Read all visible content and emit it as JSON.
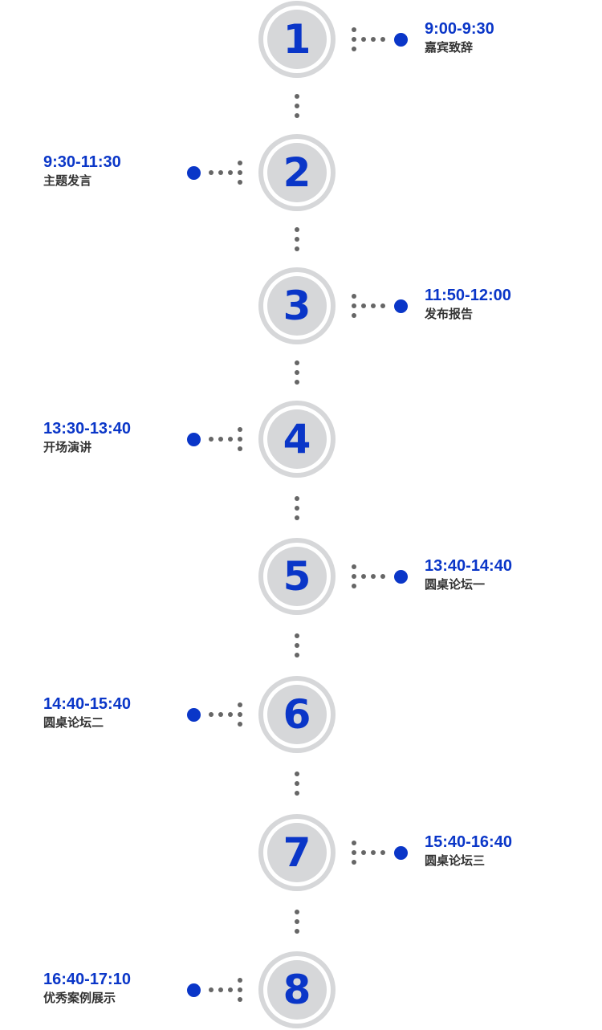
{
  "colors": {
    "accent": "#0a36c8",
    "ring": "#d6d7d9",
    "dots": "#666666"
  },
  "items": [
    {
      "number": "1",
      "time": "9:00-9:30",
      "title": "嘉宾致辞",
      "side": "right"
    },
    {
      "number": "2",
      "time": "9:30-11:30",
      "title": "主题发言",
      "side": "left"
    },
    {
      "number": "3",
      "time": "11:50-12:00",
      "title": "发布报告",
      "side": "right"
    },
    {
      "number": "4",
      "time": "13:30-13:40",
      "title": "开场演讲",
      "side": "left"
    },
    {
      "number": "5",
      "time": "13:40-14:40",
      "title": "圆桌论坛一",
      "side": "right"
    },
    {
      "number": "6",
      "time": "14:40-15:40",
      "title": "圆桌论坛二",
      "side": "left"
    },
    {
      "number": "7",
      "time": "15:40-16:40",
      "title": "圆桌论坛三",
      "side": "right"
    },
    {
      "number": "8",
      "time": "16:40-17:10",
      "title": "优秀案例展示",
      "side": "left"
    }
  ]
}
